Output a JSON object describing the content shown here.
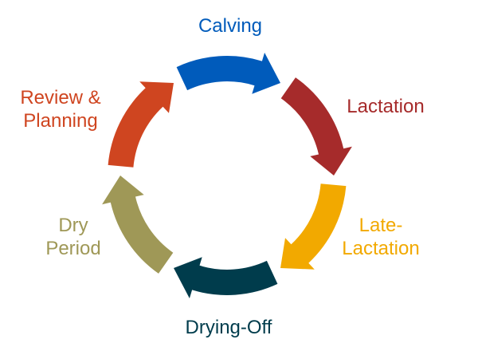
{
  "title": "Dairy cow lifecycle",
  "stages": [
    {
      "label": "Calving",
      "lines": [
        "Calving"
      ],
      "color": "#005BBB"
    },
    {
      "label": "Lactation",
      "lines": [
        "Lactation"
      ],
      "color": "#A62B2B"
    },
    {
      "label": "Late-Lactation",
      "lines": [
        "Late-",
        "Lactation"
      ],
      "color": "#F2A900"
    },
    {
      "label": "Drying-Off",
      "lines": [
        "Drying-Off"
      ],
      "color": "#003C4C"
    },
    {
      "label": "Dry Period",
      "lines": [
        "Dry",
        "Period"
      ],
      "color": "#9F9857"
    },
    {
      "label": "Review & Planning",
      "lines": [
        "Review &",
        "Planning"
      ],
      "color": "#CF4520"
    }
  ]
}
